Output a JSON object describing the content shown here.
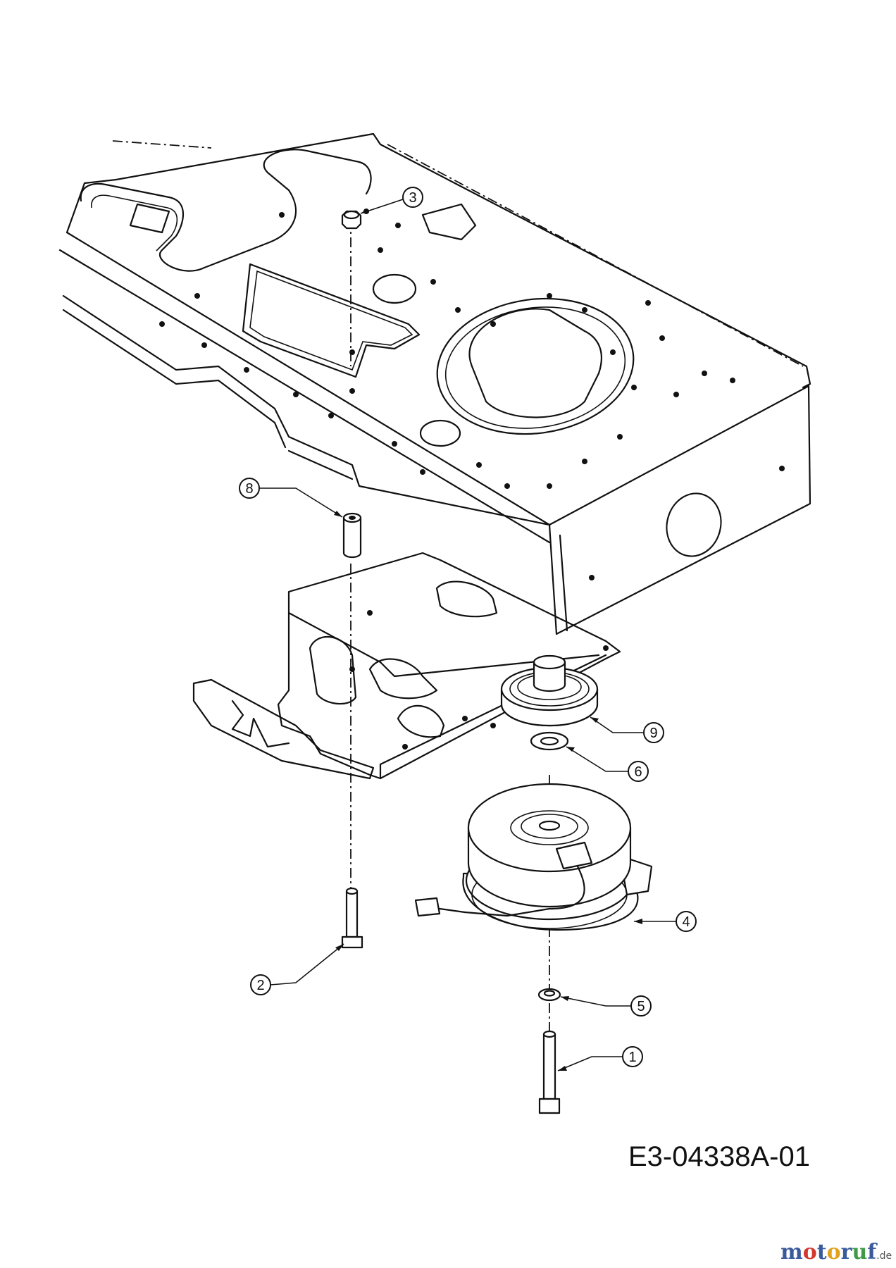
{
  "diagram": {
    "drawing_code": "E3-04338A-01",
    "brand": {
      "letters": [
        "m",
        "o",
        "t",
        "o",
        "r",
        "u",
        "f"
      ],
      "tld": ".de"
    },
    "callouts": [
      {
        "id": "1",
        "label": "1"
      },
      {
        "id": "2",
        "label": "2"
      },
      {
        "id": "3",
        "label": "3"
      },
      {
        "id": "4",
        "label": "4"
      },
      {
        "id": "5",
        "label": "5"
      },
      {
        "id": "6",
        "label": "6"
      },
      {
        "id": "8",
        "label": "8"
      },
      {
        "id": "9",
        "label": "9"
      }
    ]
  }
}
